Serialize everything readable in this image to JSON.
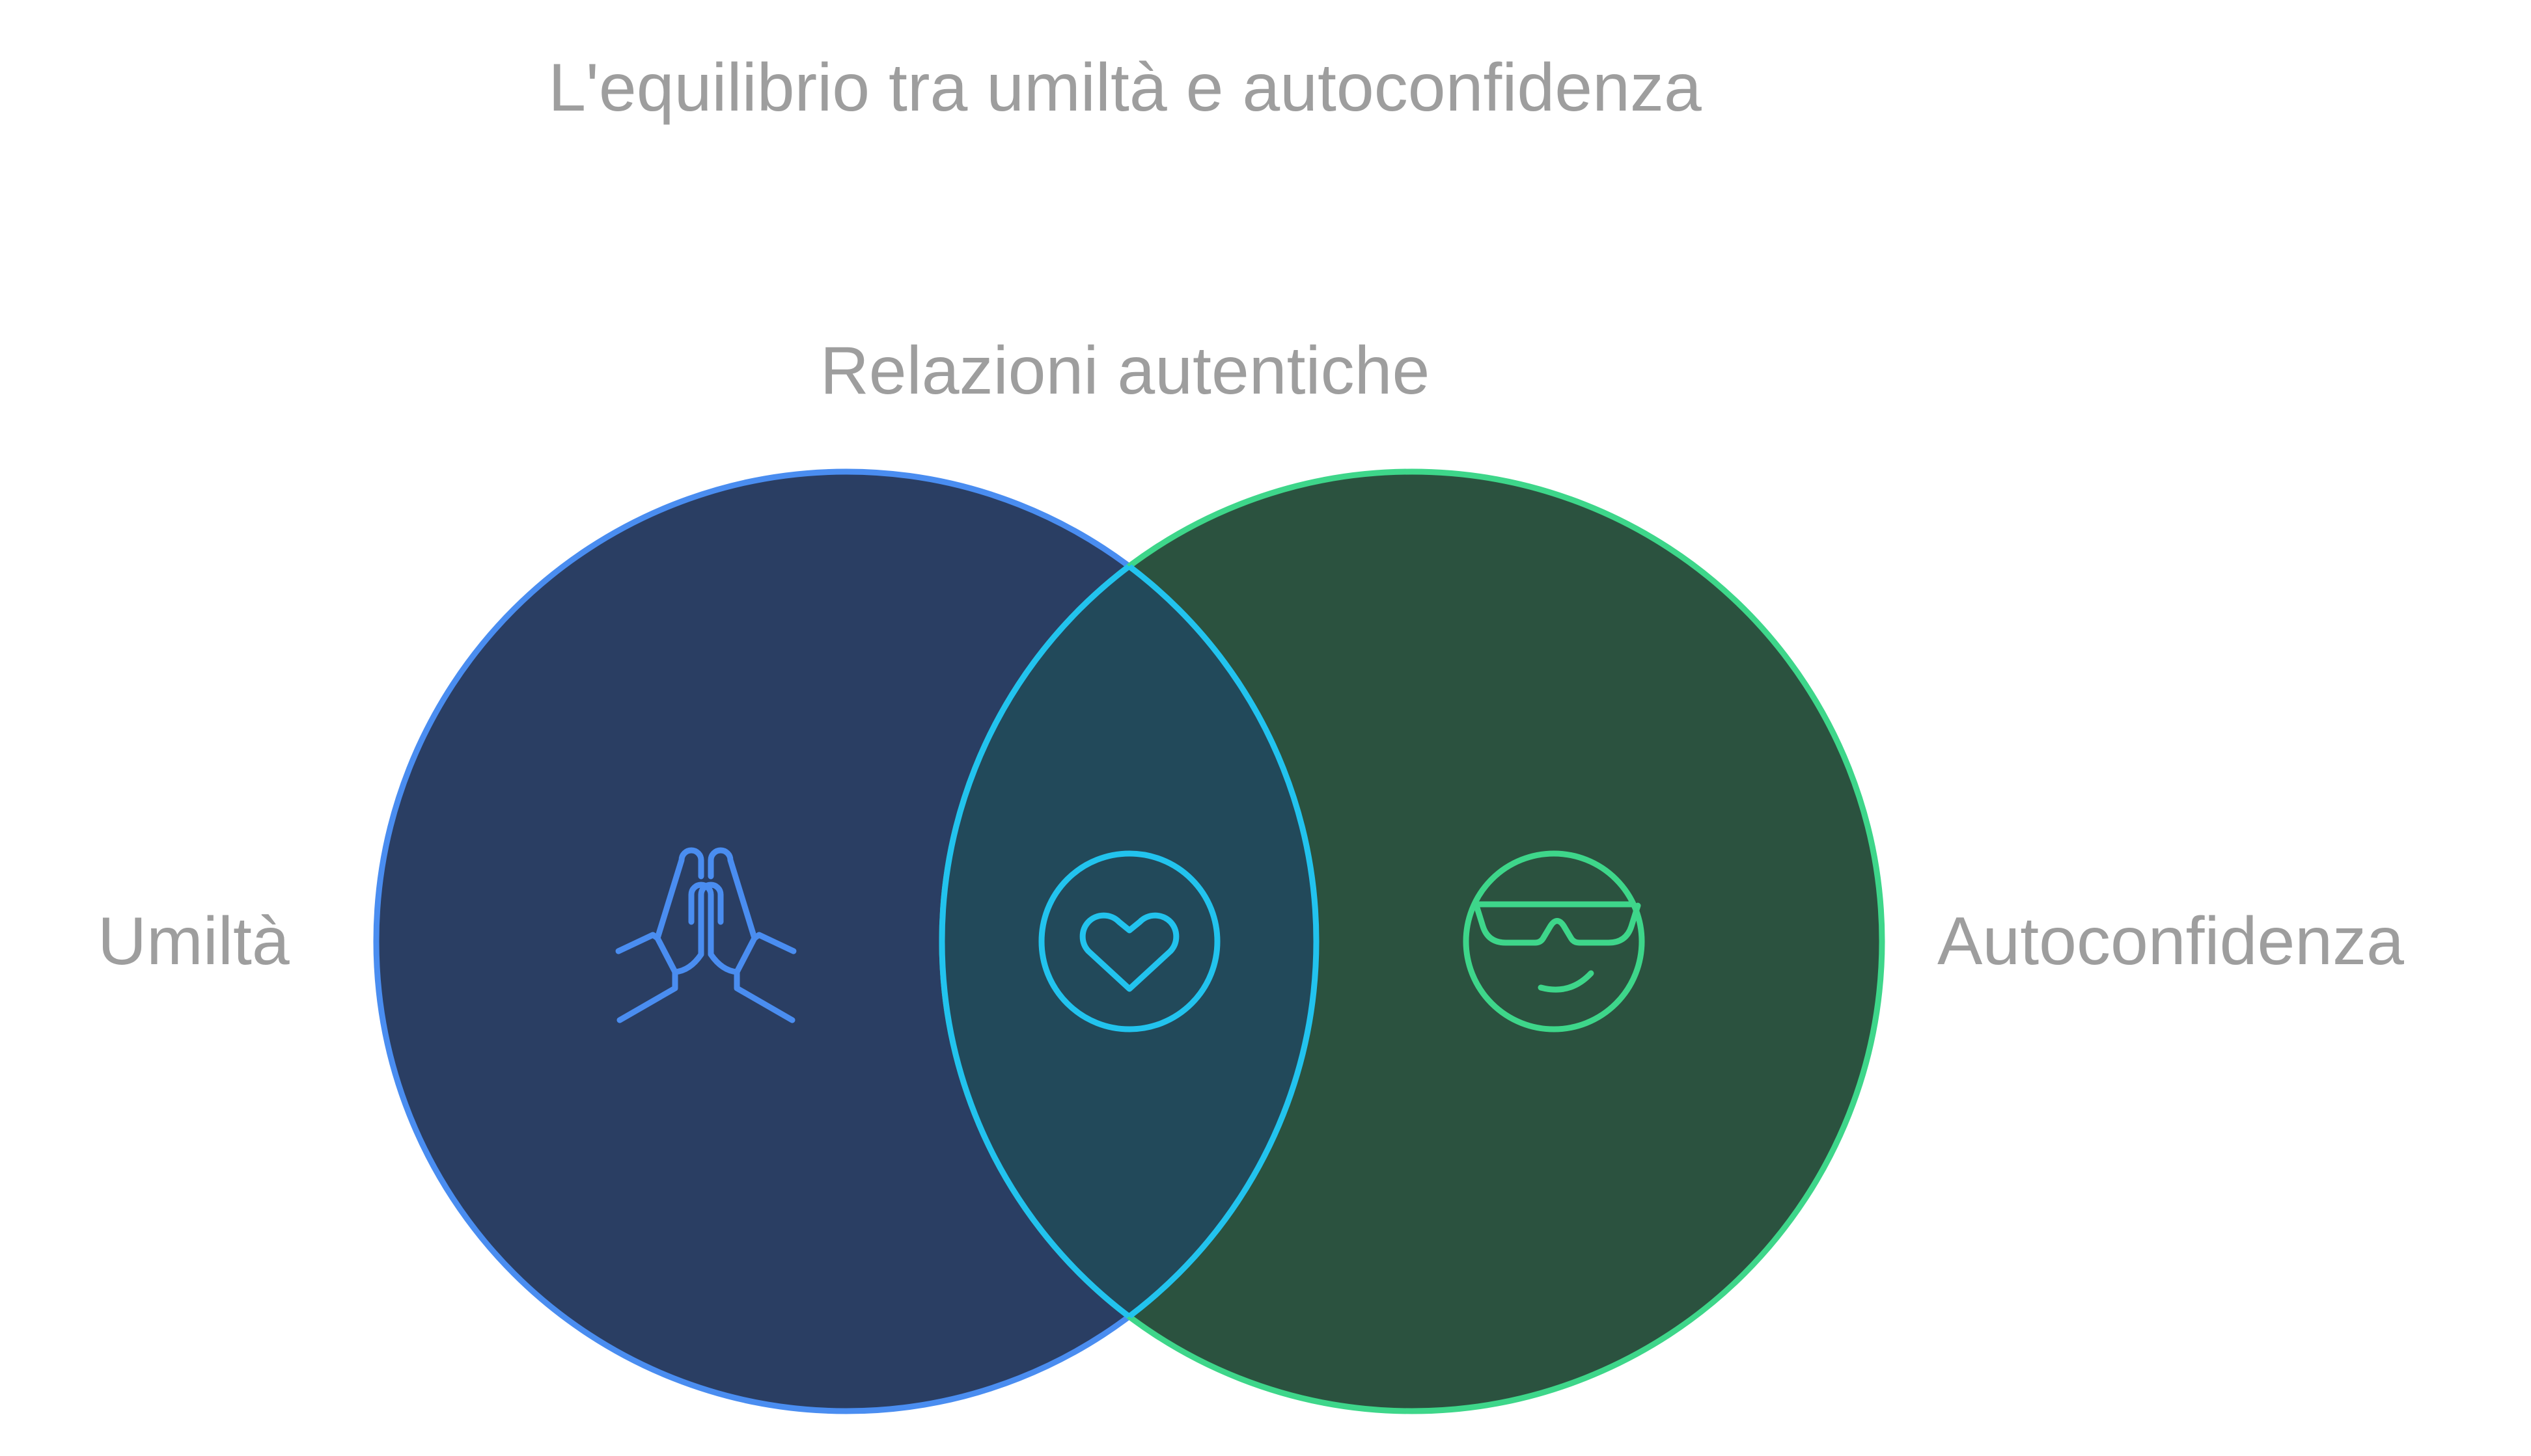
{
  "title": "L'equilibrio tra umiltà e autoconfidenza",
  "intersection_label": "Relazioni autentiche",
  "left_set": {
    "label": "Umiltà",
    "icon": "praying-hands-icon"
  },
  "right_set": {
    "label": "Autoconfidenza",
    "icon": "sunglasses-smiley-icon"
  },
  "intersection_icon": "heart-circle-icon",
  "colors": {
    "left_fill": "#2a3e63",
    "left_stroke": "#4a8df0",
    "right_fill": "#2b523f",
    "right_stroke": "#3ed68a",
    "overlap_fill": "#22495a",
    "overlap_stroke": "#22c3ee",
    "text": "#9e9e9e"
  }
}
